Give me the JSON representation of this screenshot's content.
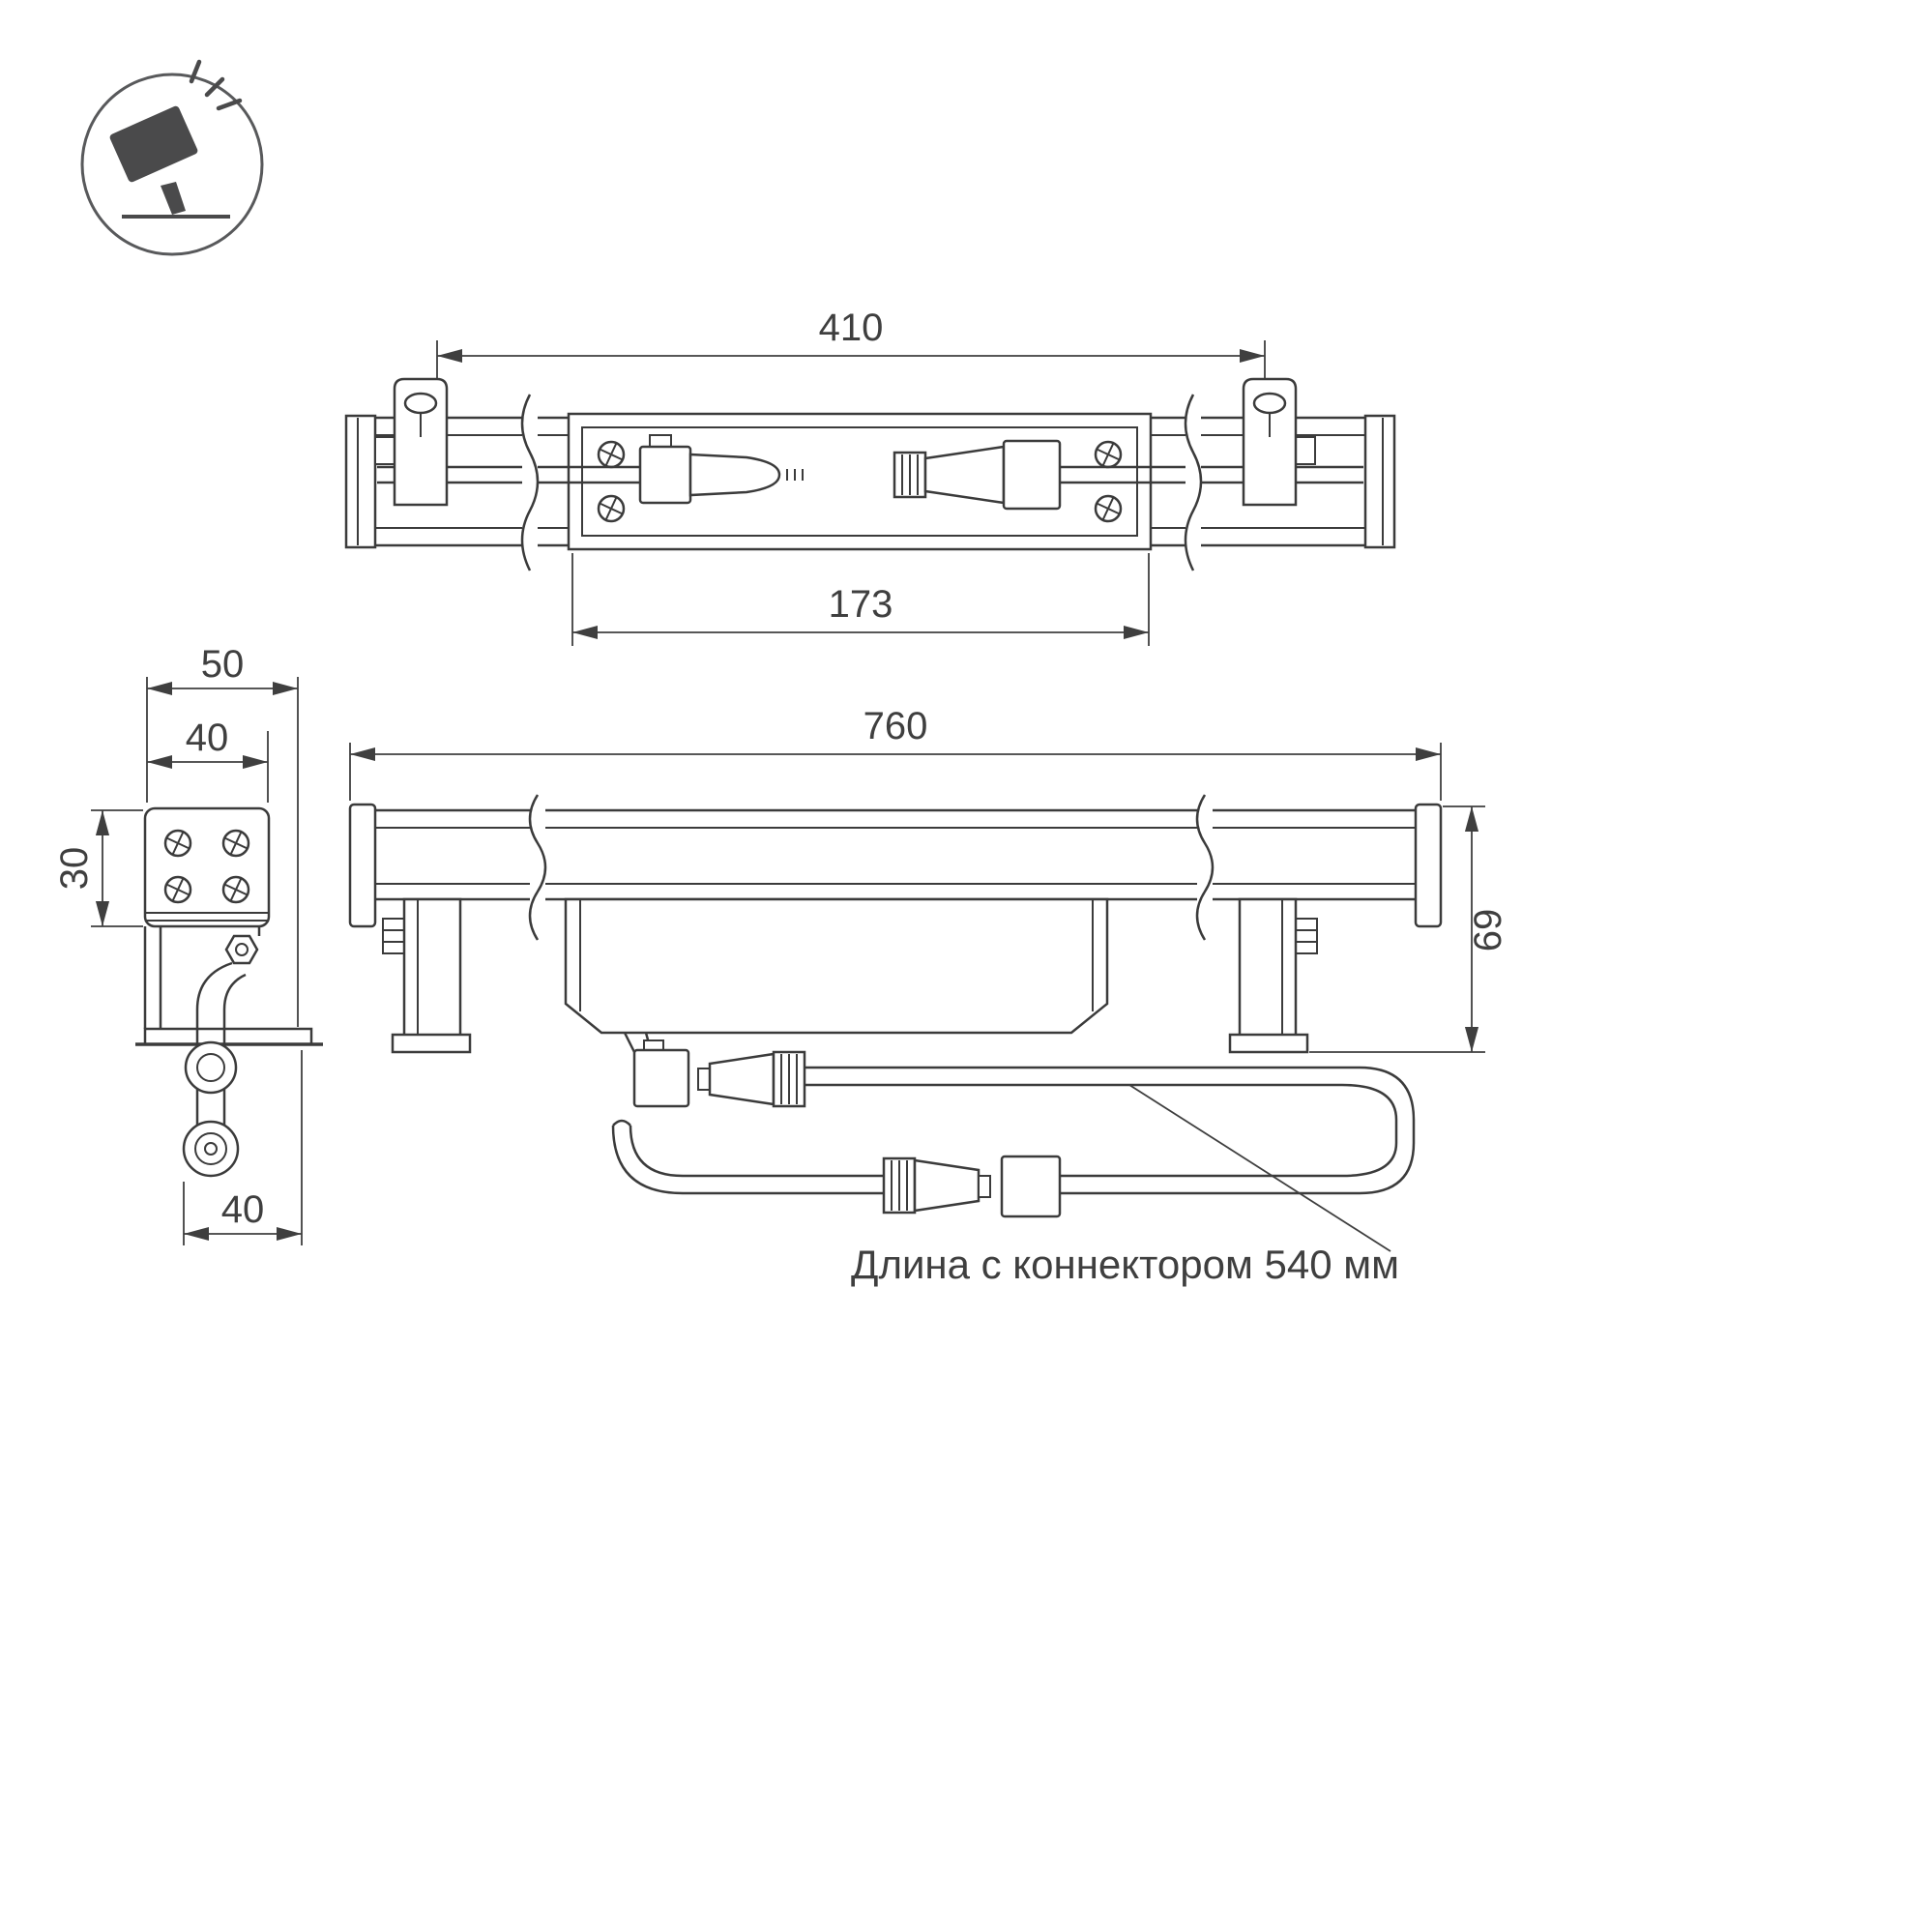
{
  "page": {
    "background": "#ffffff",
    "line_color": "#3b3b3b",
    "dark_fill": "#4a4a4b"
  },
  "icon": {
    "label": "floodlight-icon"
  },
  "views": {
    "top": {
      "dims": {
        "overall_width": "410",
        "body_width": "173"
      }
    },
    "side": {
      "dims": {
        "outer_width": "50",
        "inner_width": "40",
        "height": "30",
        "bottom_width": "40"
      }
    },
    "front": {
      "dims": {
        "length": "760",
        "height": "69"
      }
    }
  },
  "annotation": {
    "connector_length_note": "Длина с коннектором 540 мм"
  }
}
